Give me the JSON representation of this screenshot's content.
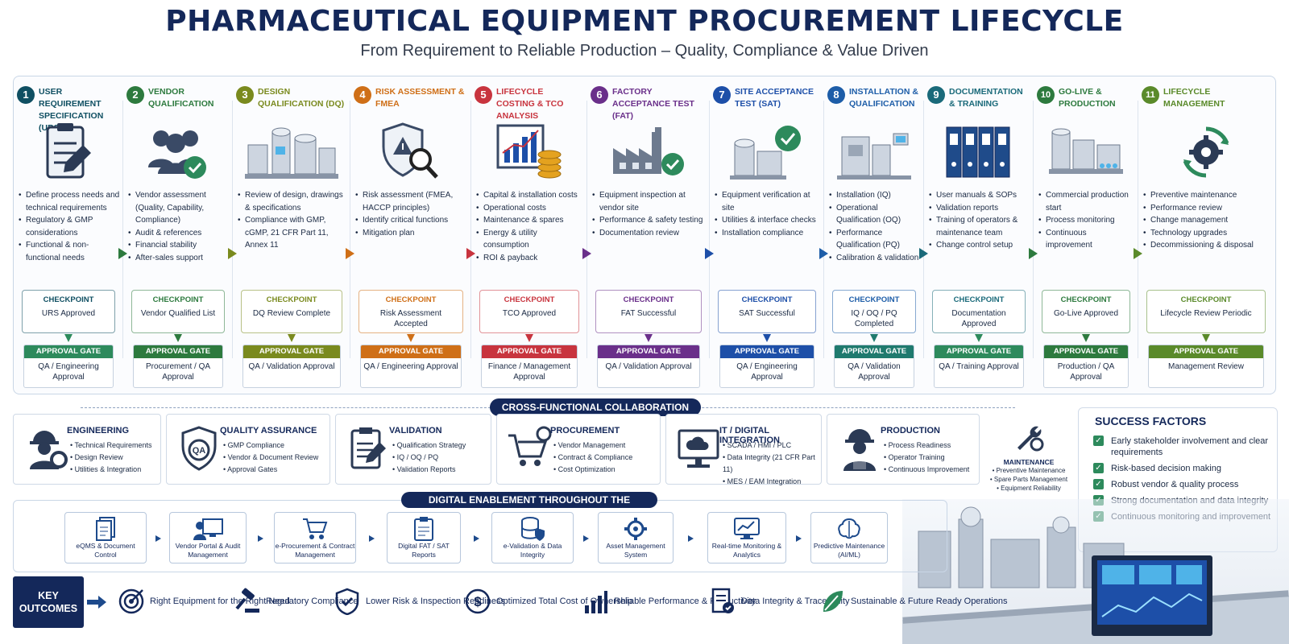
{
  "header": {
    "title": "PHARMACEUTICAL EQUIPMENT PROCUREMENT LIFECYCLE",
    "subtitle": "From Requirement to Reliable Production – Quality, Compliance & Value Driven"
  },
  "steps": [
    {
      "num": "1",
      "title": "USER REQUIREMENT SPECIFICATION (URS)",
      "color": "#0f4f62",
      "icon": "clipboard-pen-icon",
      "bullets": [
        "Define process needs and technical requirements",
        "Regulatory & GMP considerations",
        "Functional & non-functional needs"
      ],
      "checkpoint_label": "CHECKPOINT",
      "checkpoint": "URS Approved",
      "gate_label": "APPROVAL GATE",
      "gate_color": "#2d8a5c",
      "gate": "QA / Engineering Approval"
    },
    {
      "num": "2",
      "title": "VENDOR QUALIFICATION",
      "color": "#2d7a3e",
      "icon": "vendor-team-icon",
      "bullets": [
        "Vendor assessment (Quality, Capability, Compliance)",
        "Audit & references",
        "Financial stability",
        "After-sales support"
      ],
      "checkpoint_label": "CHECKPOINT",
      "checkpoint": "Vendor Qualified List",
      "gate_label": "APPROVAL GATE",
      "gate_color": "#2d7a3e",
      "gate": "Procurement / QA Approval"
    },
    {
      "num": "3",
      "title": "DESIGN QUALIFICATION (DQ)",
      "color": "#7a8a1e",
      "icon": "process-equipment-icon",
      "bullets": [
        "Review of design, drawings & specifications",
        "Compliance with GMP, cGMP, 21 CFR Part 11, Annex 11"
      ],
      "checkpoint_label": "CHECKPOINT",
      "checkpoint": "DQ Review Complete",
      "gate_label": "APPROVAL GATE",
      "gate_color": "#7a8a1e",
      "gate": "QA / Validation Approval"
    },
    {
      "num": "4",
      "title": "RISK ASSESSMENT & FMEA",
      "color": "#cf6f17",
      "icon": "risk-shield-icon",
      "bullets": [
        "Risk assessment (FMEA, HACCP principles)",
        "Identify critical functions",
        "Mitigation plan"
      ],
      "checkpoint_label": "CHECKPOINT",
      "checkpoint": "Risk Assessment Accepted",
      "gate_label": "APPROVAL GATE",
      "gate_color": "#cf6f17",
      "gate": "QA / Engineering Approval"
    },
    {
      "num": "5",
      "title": "LIFECYCLE COSTING & TCO ANALYSIS",
      "color": "#c8343e",
      "icon": "cost-chart-icon",
      "bullets": [
        "Capital & installation costs",
        "Operational costs",
        "Maintenance & spares",
        "Energy & utility consumption",
        "ROI & payback"
      ],
      "checkpoint_label": "CHECKPOINT",
      "checkpoint": "TCO Approved",
      "gate_label": "APPROVAL GATE",
      "gate_color": "#c8343e",
      "gate": "Finance / Management Approval"
    },
    {
      "num": "6",
      "title": "FACTORY ACCEPTANCE TEST (FAT)",
      "color": "#6a2f8a",
      "icon": "factory-check-icon",
      "bullets": [
        "Equipment inspection at vendor site",
        "Performance & safety testing",
        "Documentation review"
      ],
      "checkpoint_label": "CHECKPOINT",
      "checkpoint": "FAT Successful",
      "gate_label": "APPROVAL GATE",
      "gate_color": "#6a2f8a",
      "gate": "QA / Validation Approval"
    },
    {
      "num": "7",
      "title": "SITE ACCEPTANCE TEST  (SAT)",
      "color": "#1d4fa8",
      "icon": "site-equipment-check-icon",
      "bullets": [
        "Equipment verification at site",
        "Utilities & interface checks",
        "Installation compliance"
      ],
      "checkpoint_label": "CHECKPOINT",
      "checkpoint": "SAT Successful",
      "gate_label": "APPROVAL GATE",
      "gate_color": "#1d4fa8",
      "gate": "QA / Engineering Approval"
    },
    {
      "num": "8",
      "title": "INSTALLATION & QUALIFICATION",
      "color": "#1d5da8",
      "icon": "installation-equipment-icon",
      "bullets": [
        "Installation (IQ)",
        "Operational Qualification (OQ)",
        "Performance Qualification (PQ)",
        "Calibration & validation"
      ],
      "checkpoint_label": "CHECKPOINT",
      "checkpoint": "IQ / OQ / PQ Completed",
      "gate_label": "APPROVAL GATE",
      "gate_color": "#1f7a6e",
      "gate": "QA / Validation Approval"
    },
    {
      "num": "9",
      "title": "DOCUMENTATION & TRAINING",
      "color": "#1a6a7a",
      "icon": "binders-icon",
      "bullets": [
        "User manuals & SOPs",
        "Validation reports",
        "Training of operators & maintenance team",
        "Change control setup"
      ],
      "checkpoint_label": "CHECKPOINT",
      "checkpoint": "Documentation Approved",
      "gate_label": "APPROVAL GATE",
      "gate_color": "#2d8a5c",
      "gate": "QA / Training Approval"
    },
    {
      "num": "10",
      "title": "GO-LIVE & PRODUCTION",
      "color": "#2d7a3e",
      "icon": "production-line-icon",
      "bullets": [
        "Commercial production start",
        "Process monitoring",
        "Continuous improvement"
      ],
      "checkpoint_label": "CHECKPOINT",
      "checkpoint": "Go-Live Approved",
      "gate_label": "APPROVAL GATE",
      "gate_color": "#2d7a3e",
      "gate": "Production / QA Approval"
    },
    {
      "num": "11",
      "title": "LIFECYCLE MANAGEMENT",
      "color": "#5a8a2a",
      "icon": "lifecycle-gear-icon",
      "bullets": [
        "Preventive maintenance",
        "Performance review",
        "Change management",
        "Technology upgrades",
        "Decommissioning & disposal"
      ],
      "checkpoint_label": "CHECKPOINT",
      "checkpoint": "Lifecycle Review Periodic",
      "gate_label": "APPROVAL GATE",
      "gate_color": "#5a8a2a",
      "gate": "Management Review"
    }
  ],
  "collaboration": {
    "label": "CROSS-FUNCTIONAL COLLABORATION",
    "teams": [
      {
        "title": "ENGINEERING",
        "icon": "engineer-gear-icon",
        "items": [
          "Technical Requirements",
          "Design Review",
          "Utilities & Integration"
        ]
      },
      {
        "title": "QUALITY ASSURANCE",
        "icon": "qa-shield-icon",
        "items": [
          "GMP Compliance",
          "Vendor & Document Review",
          "Approval Gates"
        ]
      },
      {
        "title": "VALIDATION",
        "icon": "validation-clipboard-icon",
        "items": [
          "Qualification Strategy",
          "IQ / OQ / PQ",
          "Validation Reports"
        ]
      },
      {
        "title": "PROCUREMENT",
        "icon": "shopping-cart-icon",
        "items": [
          "Vendor Management",
          "Contract & Compliance",
          "Cost Optimization"
        ]
      },
      {
        "title": "IT / DIGITAL INTEGRATION",
        "icon": "cloud-monitor-icon",
        "items": [
          "SCADA / HMI / PLC",
          "Data Integrity (21 CFR Part 11)",
          "MES / EAM Integration"
        ]
      },
      {
        "title": "PRODUCTION",
        "icon": "worker-icon",
        "items": [
          "Process Readiness",
          "Operator Training",
          "Continuous Improvement"
        ]
      }
    ],
    "maintenance": {
      "title": "MAINTENANCE",
      "icon": "wrench-gear-icon",
      "items": [
        "Preventive Maintenance",
        "Spare Parts Management",
        "Equipment Reliability"
      ]
    }
  },
  "success_factors": {
    "title": "SUCCESS FACTORS",
    "items": [
      "Early stakeholder involvement and clear requirements",
      "Risk-based decision making",
      "Robust vendor & quality process",
      "Strong documentation and data integrity",
      "Continuous monitoring and improvement"
    ]
  },
  "digital": {
    "label": "DIGITAL ENABLEMENT THROUGHOUT THE LIFECYCLE",
    "items": [
      {
        "label": "eQMS & Document Control",
        "icon": "document-stack-icon"
      },
      {
        "label": "Vendor Portal & Audit Management",
        "icon": "vendor-portal-icon"
      },
      {
        "label": "e-Procurement & Contract Management",
        "icon": "cart-icon"
      },
      {
        "label": "Digital FAT / SAT Reports",
        "icon": "report-clipboard-icon"
      },
      {
        "label": "e-Validation & Data Integrity",
        "icon": "database-shield-icon"
      },
      {
        "label": "Asset Management System",
        "icon": "asset-gear-icon"
      },
      {
        "label": "Real-time Monitoring & Analytics",
        "icon": "monitor-chart-icon"
      },
      {
        "label": "Predictive Maintenance (AI/ML)",
        "icon": "brain-icon"
      }
    ]
  },
  "outcomes": {
    "label": "KEY OUTCOMES",
    "items": [
      {
        "label": "Right Equipment for the Right Need",
        "icon": "target-icon"
      },
      {
        "label": "Regulatory Compliance",
        "icon": "gavel-icon"
      },
      {
        "label": "Lower Risk & Inspection Readiness",
        "icon": "shield-check-icon"
      },
      {
        "label": "Optimized Total Cost of Ownership",
        "icon": "dollar-icon"
      },
      {
        "label": "Reliable Performance & Productivity",
        "icon": "bar-chart-icon"
      },
      {
        "label": "Data Integrity & Traceability",
        "icon": "document-check-icon"
      },
      {
        "label": "Sustainable & Future Ready Operations",
        "icon": "leaf-icon"
      }
    ]
  }
}
